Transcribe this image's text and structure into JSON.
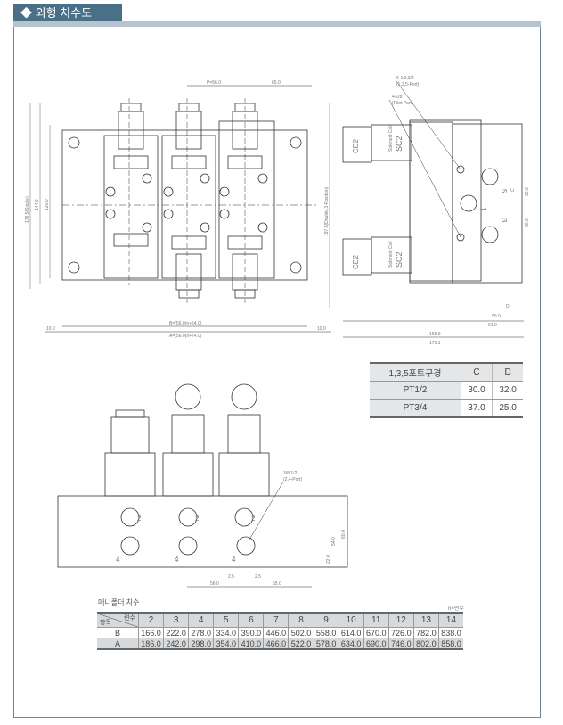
{
  "header": {
    "title": "◆ 외형 치수도"
  },
  "front_view": {
    "dim_p": "P=56.0",
    "dim_65_top": "65.0",
    "dim_height": "178.5(Single)",
    "dim_144": "144.0",
    "dim_120": "120.0",
    "dim_double": "197.3(Double,3-Position)",
    "dim_10_left": "10.0",
    "dim_10_right": "10.0",
    "dim_b": "B=(56.0(n+54.0)",
    "dim_a": "A=(56.0(n+74.0)"
  },
  "side_view": {
    "callout_port135": "6-1/2,3/4",
    "callout_port135_sub": "(1,3,5-Port)",
    "callout_pilot": "4-1/8",
    "callout_pilot_sub": "(Pilot Port)",
    "coil_label": "Solenoid Coil",
    "coil_code": "SC2",
    "connector_code": "CD2",
    "port5": "5",
    "port1": "1",
    "port3": "3",
    "dim_c": "C",
    "dim_30a": "30.0",
    "dim_30b": "30.0",
    "dim_d": "D",
    "dim_50": "50.0",
    "dim_61": "61.0",
    "dim_165": "165.9",
    "dim_175": "175.1"
  },
  "port_table": {
    "headers": [
      "1,3,5포트구경",
      "C",
      "D"
    ],
    "rows": [
      [
        "PT1/2",
        "30.0",
        "32.0"
      ],
      [
        "PT3/4",
        "37.0",
        "25.0"
      ]
    ]
  },
  "bottom_view": {
    "callout": "3/8,1/2",
    "callout_sub": "(2,4-Port)",
    "port2": "2",
    "port4": "4",
    "dim_22": "22.0",
    "dim_54": "54.0",
    "dim_60": "60.0",
    "dim_25a": "2.5",
    "dim_25b": "2.5",
    "dim_56": "56.0",
    "dim_65": "65.0"
  },
  "manifold_table": {
    "title": "매니폴더 치수",
    "unit": "n=련수",
    "corner_top": "련수",
    "corner_bottom": "항목",
    "columns": [
      "2",
      "3",
      "4",
      "5",
      "6",
      "7",
      "8",
      "9",
      "10",
      "11",
      "12",
      "13",
      "14"
    ],
    "rows": [
      {
        "label": "B",
        "values": [
          "166.0",
          "222.0",
          "278.0",
          "334.0",
          "390.0",
          "446.0",
          "502.0",
          "558.0",
          "614.0",
          "670.0",
          "726.0",
          "782.0",
          "838.0"
        ]
      },
      {
        "label": "A",
        "values": [
          "186.0",
          "242.0",
          "298.0",
          "354.0",
          "410.0",
          "466.0",
          "522.0",
          "578.0",
          "634.0",
          "690.0",
          "746.0",
          "802.0",
          "858.0"
        ]
      }
    ]
  }
}
